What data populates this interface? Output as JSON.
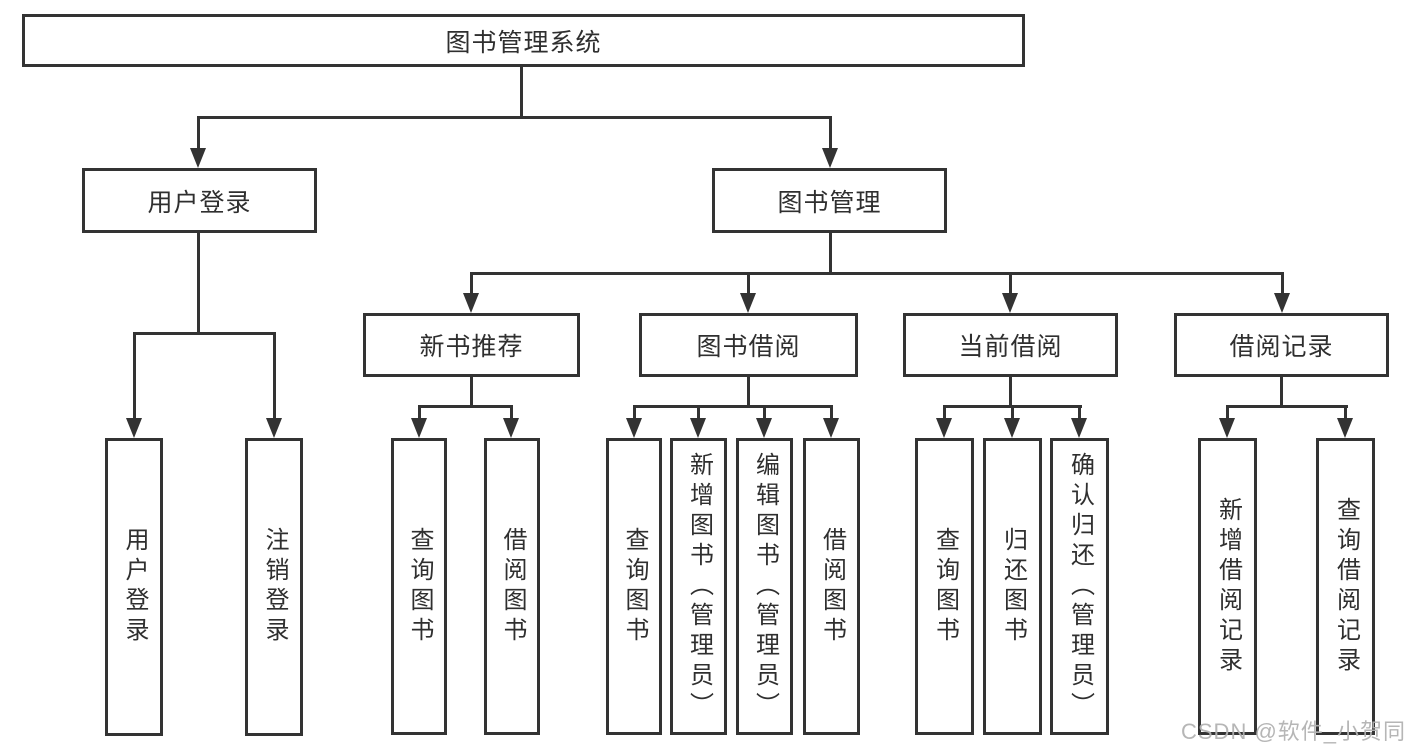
{
  "tree": {
    "label": "图书管理系统",
    "children": [
      {
        "label": "用户登录",
        "children": [
          {
            "label": "用户登录"
          },
          {
            "label": "注销登录"
          }
        ]
      },
      {
        "label": "图书管理",
        "children": [
          {
            "label": "新书推荐",
            "children": [
              {
                "label": "查询图书"
              },
              {
                "label": "借阅图书"
              }
            ]
          },
          {
            "label": "图书借阅",
            "children": [
              {
                "label": "查询图书"
              },
              {
                "label": "新增图书（管理员）"
              },
              {
                "label": "编辑图书（管理员）"
              },
              {
                "label": "借阅图书"
              }
            ]
          },
          {
            "label": "当前借阅",
            "children": [
              {
                "label": "查询图书"
              },
              {
                "label": "归还图书"
              },
              {
                "label": "确认归还（管理员）"
              }
            ]
          },
          {
            "label": "借阅记录",
            "children": [
              {
                "label": "新增借阅记录"
              },
              {
                "label": "查询借阅记录"
              }
            ]
          }
        ]
      }
    ]
  },
  "watermark": {
    "text": "CSDN @软件_小贺同学"
  },
  "colors": {
    "line": "#333333",
    "text": "#2f2f2f",
    "watermark": "#b2b2b2",
    "background": "#ffffff"
  }
}
